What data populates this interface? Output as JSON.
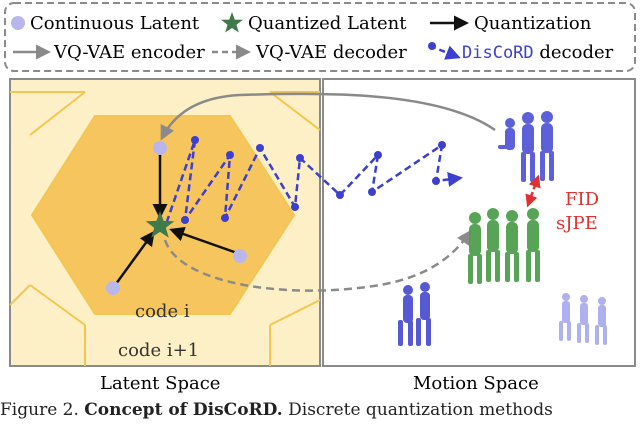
{
  "legend": {
    "continuous_latent": "Continuous Latent",
    "quantized_latent": "Quantized Latent",
    "quantization": "Quantization",
    "vqvae_encoder": "VQ-VAE encoder",
    "vqvae_decoder": "VQ-VAE decoder",
    "discord_decoder_name": "DisCoRD",
    "discord_decoder_suffix": " decoder"
  },
  "latent_panel": {
    "code_i": "code i",
    "code_i_plus_1": "code i+1",
    "title": "Latent Space"
  },
  "motion_panel": {
    "metric_fid": "FID",
    "metric_sjpe": "sJPE",
    "title": "Motion Space"
  },
  "caption": {
    "prefix": "Figure 2. ",
    "bold": "Concept of DisCoRD.",
    "rest": " Discrete quantization methods"
  },
  "colors": {
    "continuous": "#b9b6ee",
    "quantized": "#3f7a4b",
    "discord": "#3c3fd0",
    "vqvae": "#8a8a8a",
    "metric": "#e03030",
    "hex_inner": "#f7c55e",
    "hex_outer": "#fdefc6"
  }
}
